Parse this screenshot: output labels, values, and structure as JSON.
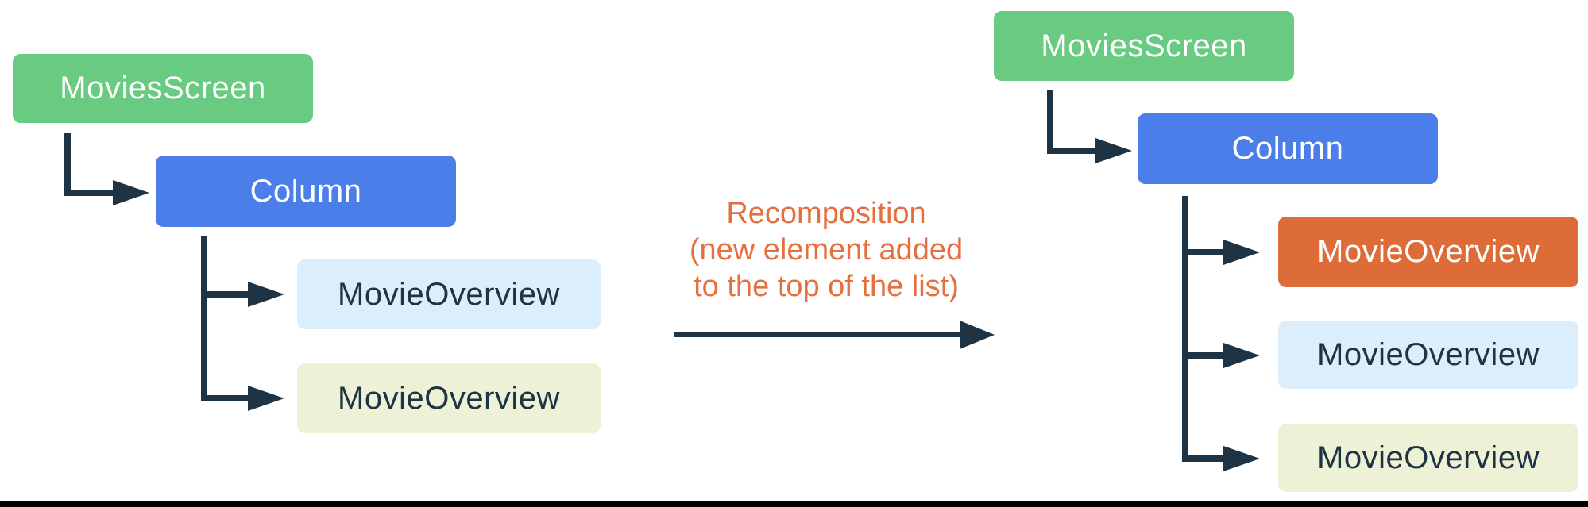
{
  "figure": {
    "before_tree": {
      "root": "MoviesScreen",
      "container": "Column",
      "children": [
        "MovieOverview",
        "MovieOverview"
      ]
    },
    "after_tree": {
      "root": "MoviesScreen",
      "container": "Column",
      "children": [
        "MovieOverview",
        "MovieOverview",
        "MovieOverview"
      ]
    },
    "transition_label": {
      "line1": "Recomposition",
      "line2": "(new element added",
      "line3": "to the top of the list)"
    },
    "colors": {
      "root_green": "#68CB81",
      "container_blue": "#4C7EEA",
      "child_light_blue": "#DCEEFB",
      "child_pale_yellow": "#EDF2D6",
      "new_child_orange": "#DE6C38",
      "connector_navy": "#1E3445",
      "transition_text_orange": "#E5703F",
      "bottom_rule_black": "#000000"
    }
  }
}
